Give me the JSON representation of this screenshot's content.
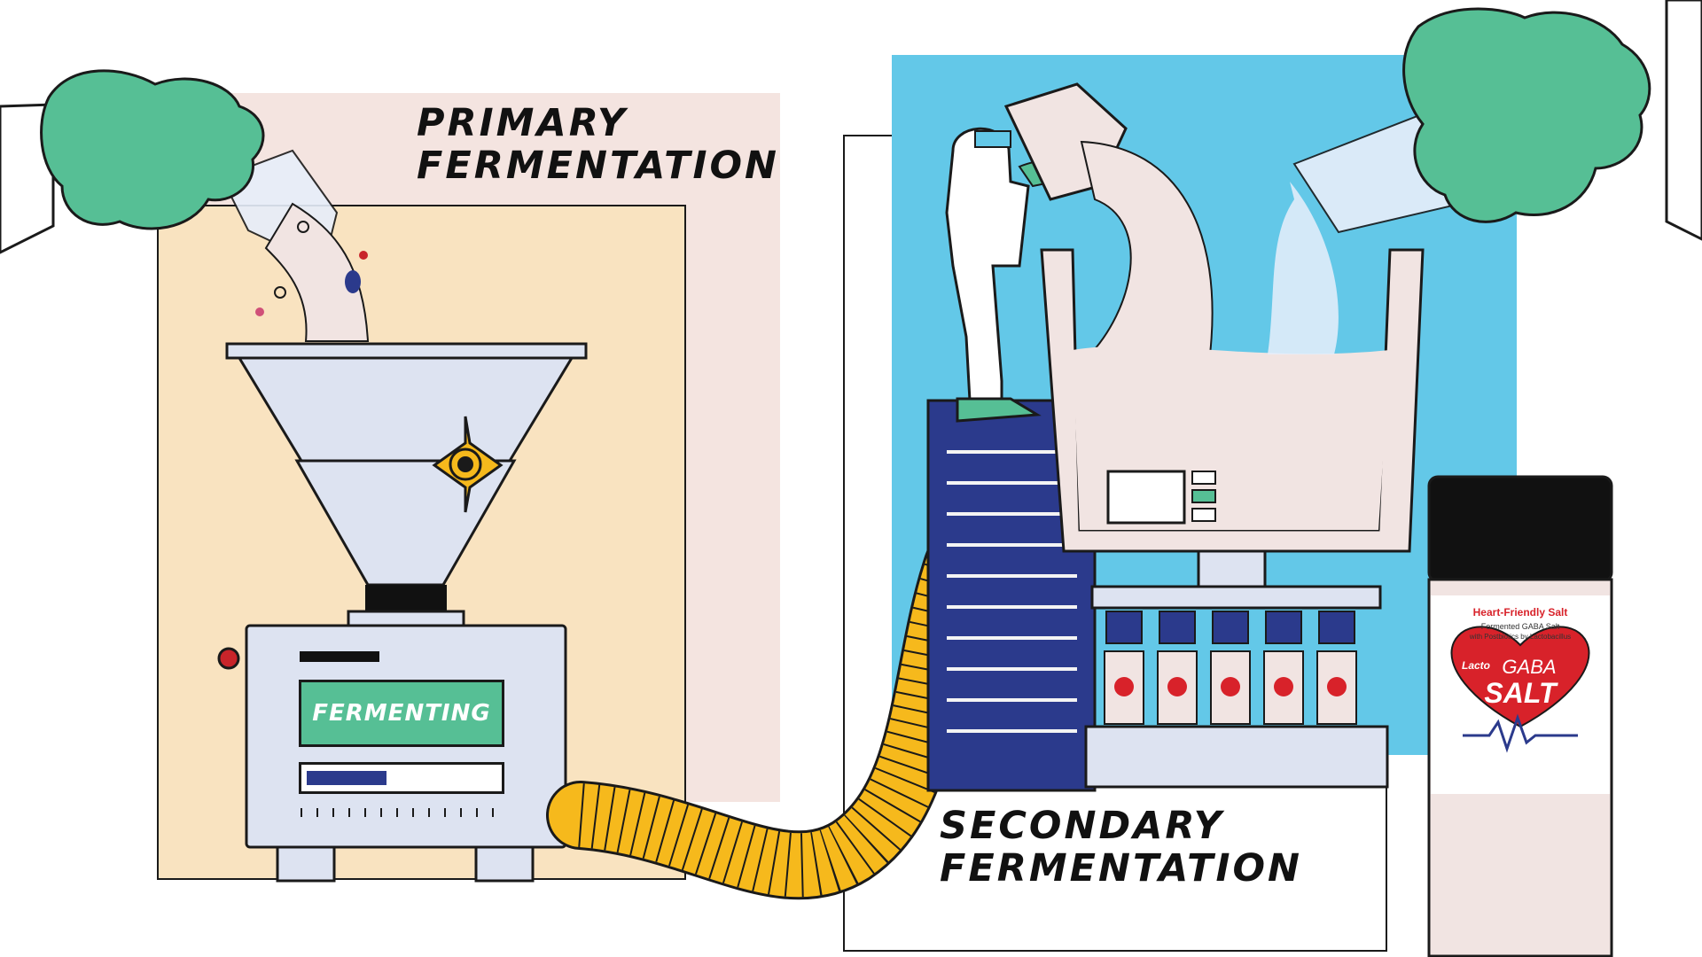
{
  "primary_label": {
    "line1": "PRIMARY",
    "line2": "FERMENTATION"
  },
  "secondary_label": {
    "line1": "SECONDARY",
    "line2": "FERMENTATION"
  },
  "machine": {
    "status": "FERMENTING",
    "progress": 0.42
  },
  "product_jar": {
    "headline": "Heart-Friendly Salt",
    "subline1": "Fermented GABA Salt",
    "subline2": "with Postbiotics by Lactobacillus",
    "brand": "Lacto",
    "product_word1": "GABA",
    "product_word2": "SALT"
  },
  "colors": {
    "glove": "#56bf95",
    "hose": "#f6b91c",
    "primary_panel": "#f9e3c0",
    "primary_backdrop": "#f4e4e0",
    "secondary_panel": "#63c8e8",
    "ladder": "#2b3a8c",
    "machine_body": "#dde3f1",
    "tank_liquid": "#f1e4e2",
    "jar_cap": "#111111",
    "heart": "#d8222a"
  }
}
